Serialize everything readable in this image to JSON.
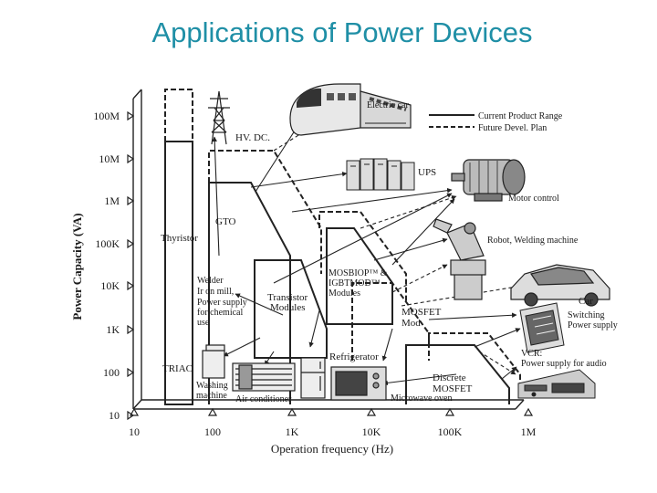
{
  "title": "Applications of Power Devices",
  "axes": {
    "ylabel": "Power Capacity (VA)",
    "xlabel": "Operation frequency (Hz)",
    "yticks": [
      "100M",
      "10M",
      "1M",
      "100K",
      "10K",
      "1K",
      "100",
      "10"
    ],
    "xticks": [
      "10",
      "100",
      "1K",
      "10K",
      "100K",
      "1M"
    ]
  },
  "legend": {
    "current": "Current Product Range",
    "future": "Future Devel. Plan"
  },
  "devices": {
    "thyristor": "Thyristor",
    "gto": "GTO",
    "triac": "TRIAC",
    "transistor_modules_1": "Transistor",
    "transistor_modules_2": "Modules",
    "mosbiop_1": "MOSBIOP™ &",
    "mosbiop_2": "IGBTMOD™",
    "mosbiop_3": "Modules",
    "mosfet_mod_1": "MOSFET",
    "mosfet_mod_2": "Mod",
    "discrete_mosfet_1": "Discrete",
    "discrete_mosfet_2": "MOSFET"
  },
  "applications": {
    "electric_car": "Electric car",
    "hvdc": "HV. DC.",
    "ups": "UPS",
    "motor_control": "Motor control",
    "robot": "Robot, Welding machine",
    "car": "Car",
    "switching_1": "Switching",
    "switching_2": "Power supply",
    "vcr_1": "VCR:",
    "vcr_2": "Power supply for audio",
    "welder_1": "Welder",
    "welder_2": "Ir on mill,",
    "welder_3": "Power supply",
    "welder_4": "for chemical",
    "welder_5": "use",
    "refrigerator": "Refrigerator",
    "washing_1": "Washing",
    "washing_2": "machine",
    "air_conditioner": "Air conditioner",
    "microwave": "Microwave oven"
  }
}
